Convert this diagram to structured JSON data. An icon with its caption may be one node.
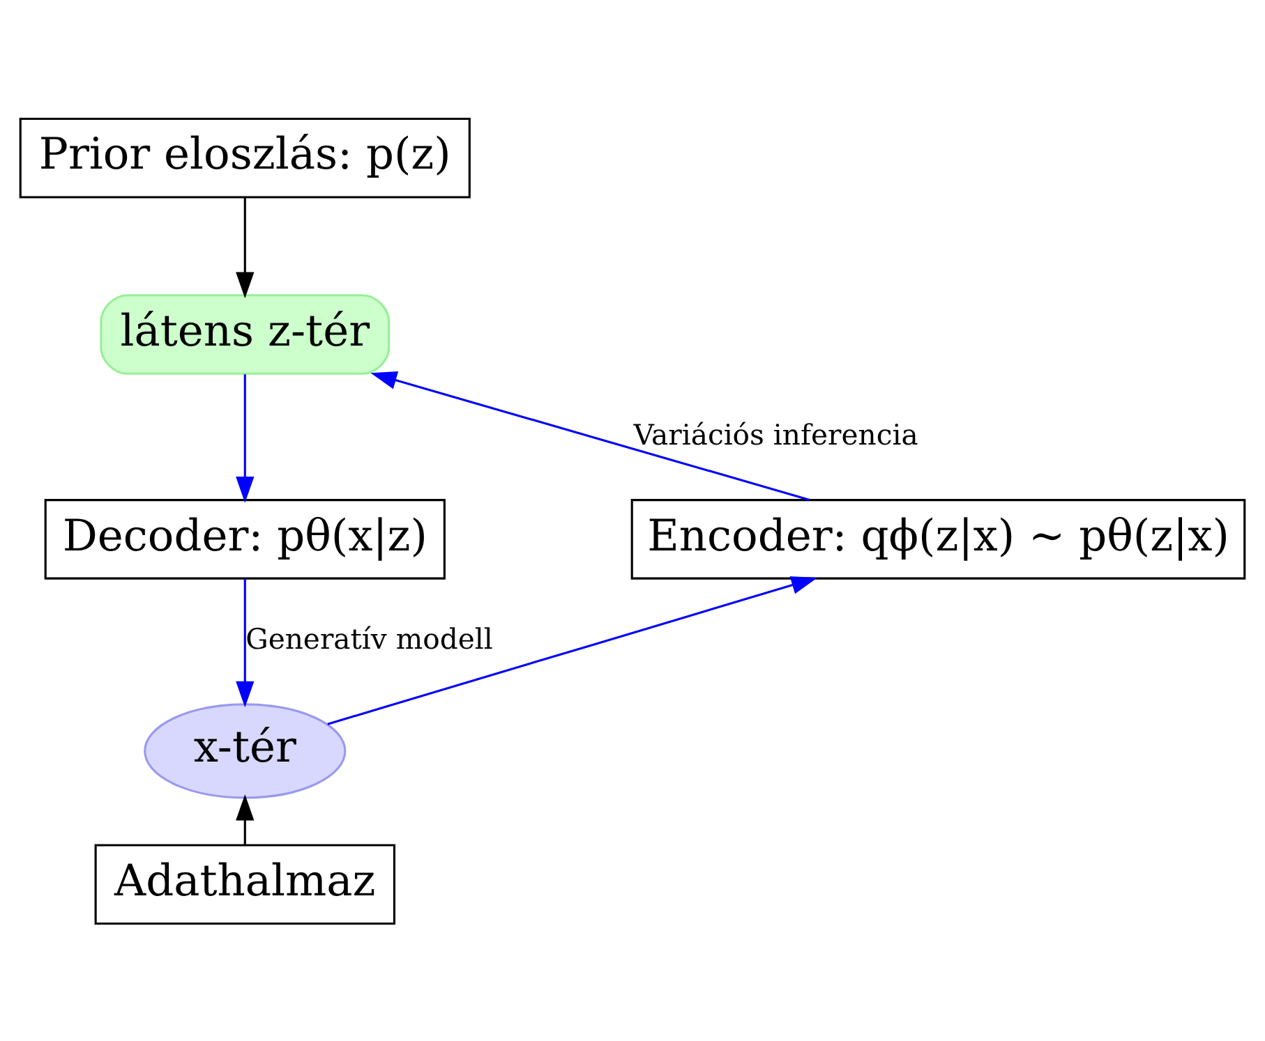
{
  "diagram": {
    "nodes": [
      {
        "text": [
          "Prior eloszlás: p(z)"
        ]
      },
      {
        "text": [
          "látens z-tér"
        ]
      },
      {
        "text": [
          "Encoder: qϕ(z|x) ∼ pθ(z|x)"
        ]
      },
      {
        "text": [
          "Decoder: pθ(x|z)"
        ]
      },
      {
        "text": [
          "x-tér"
        ]
      },
      {
        "text": [
          "Adathalmaz"
        ]
      }
    ],
    "edges": [
      {
        "from": 0,
        "to": 1,
        "arrow": "to",
        "color": "#000000"
      },
      {
        "from": 2,
        "to": 1,
        "arrow": "to",
        "label": "Variációs inferencia"
      },
      {
        "from": 1,
        "to": 3,
        "arrow": "to"
      },
      {
        "from": 3,
        "to": 4,
        "arrow": "to",
        "label": "Generatív modell"
      },
      {
        "from": 4,
        "to": 2,
        "arrow": "to"
      },
      {
        "from": 5,
        "to": 4,
        "arrow": "to",
        "color": "#000000"
      }
    ]
  }
}
